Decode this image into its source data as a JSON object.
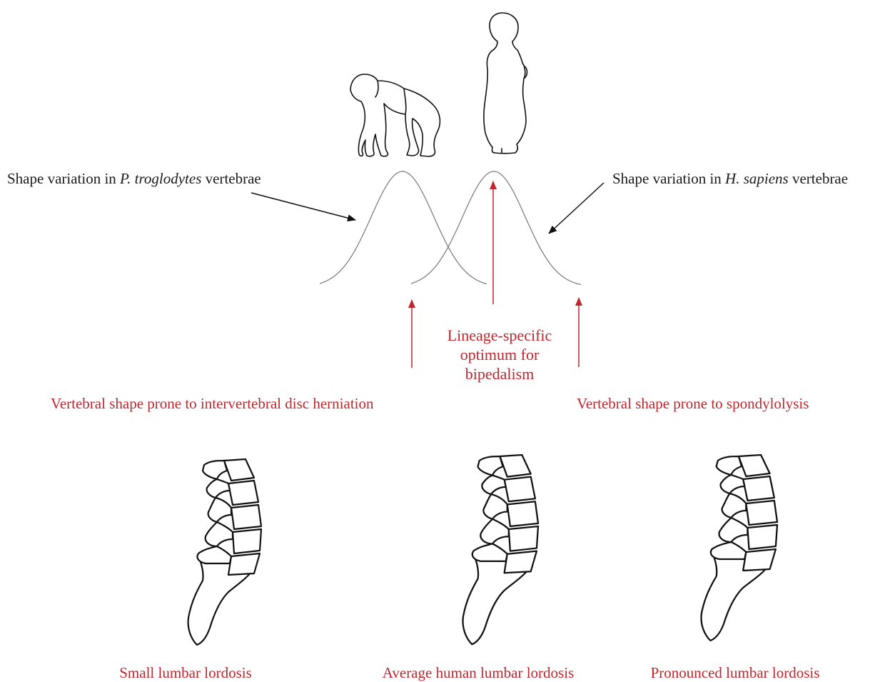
{
  "colors": {
    "annotation_red": "#c0262d",
    "curve_gray": "#777777",
    "ink": "#111111"
  },
  "species_labels": {
    "chimp": {
      "prefix": "Shape variation in ",
      "species": "P. troglodytes",
      "suffix": " vertebrae"
    },
    "human": {
      "prefix": "Shape variation in ",
      "species": "H. sapiens",
      "suffix": " vertebrae"
    }
  },
  "optimum_label": [
    "Lineage-specific",
    "optimum for",
    "bipedalism"
  ],
  "prone_labels": {
    "herniation": "Vertebral shape prone to intervertebral disc herniation",
    "spondylolysis": "Vertebral shape prone to spondylolysis"
  },
  "spine_captions": {
    "small": "Small lumbar lordosis",
    "average": "Average human lumbar lordosis",
    "pronounced": "Pronounced lumbar lordosis"
  },
  "icons": [
    "chimpanzee-silhouette",
    "human-silhouette",
    "lumbar-spine-small-lordosis",
    "lumbar-spine-average-lordosis",
    "lumbar-spine-pronounced-lordosis"
  ]
}
